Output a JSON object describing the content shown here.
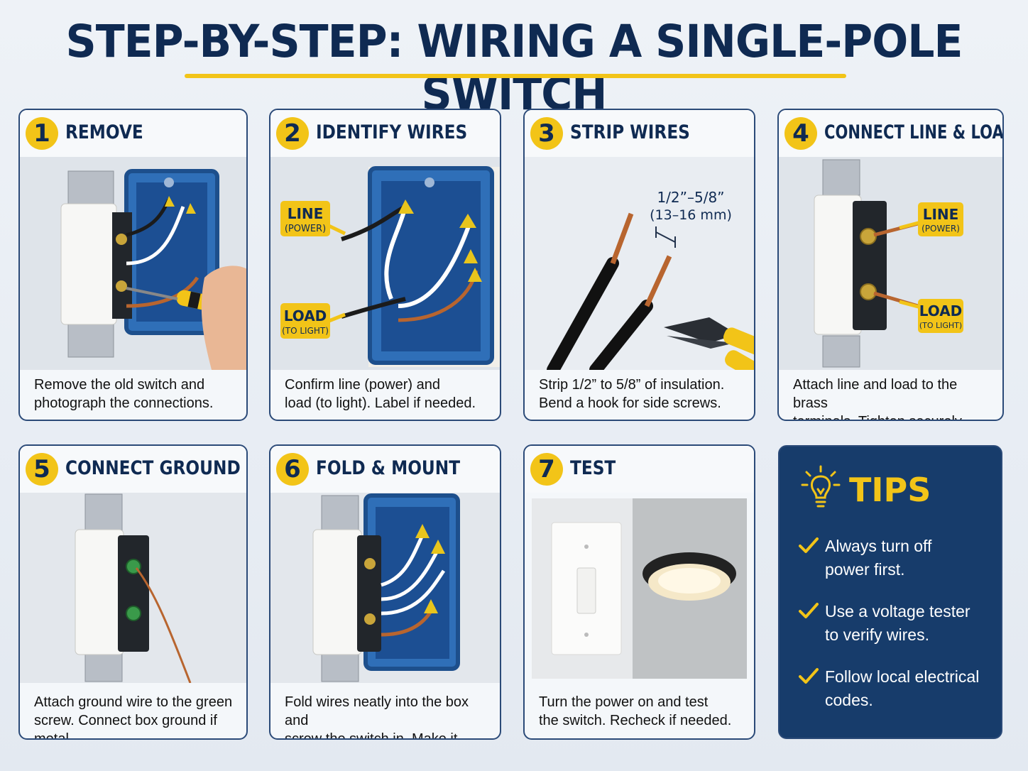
{
  "title": "STEP-BY-STEP: WIRING A SINGLE-POLE SWITCH",
  "steps": [
    {
      "num": "1",
      "title": "REMOVE",
      "caption": "Remove the old switch and\nphotograph the connections."
    },
    {
      "num": "2",
      "title": "IDENTIFY WIRES",
      "caption": "Confirm line (power) and\nload (to light). Label if needed."
    },
    {
      "num": "3",
      "title": "STRIP WIRES",
      "caption": "Strip 1/2” to 5/8” of insulation.\nBend a hook for side screws."
    },
    {
      "num": "4",
      "title": "CONNECT LINE & LOAD",
      "caption": "Attach line and load to the brass\nterminals. Tighten securely."
    },
    {
      "num": "5",
      "title": "CONNECT GROUND",
      "caption": "Attach ground wire to the green\nscrew. Connect box ground if metal."
    },
    {
      "num": "6",
      "title": "FOLD & MOUNT",
      "caption": "Fold wires neatly into the box and\nscrew the switch in. Make it flush."
    },
    {
      "num": "7",
      "title": "TEST",
      "caption": "Turn the power on and test\nthe switch. Recheck if needed."
    }
  ],
  "labels": {
    "line": "LINE",
    "power": "(POWER)",
    "load": "LOAD",
    "to_light": "(TO LIGHT)",
    "strip_len": "1/2”–5/8”",
    "strip_mm": "(13–16 mm)"
  },
  "tips": {
    "title": "TIPS",
    "items": [
      "Always turn off\npower first.",
      "Use a voltage tester\nto verify wires.",
      "Follow local electrical\ncodes."
    ]
  },
  "colors": {
    "navy": "#0f2a52",
    "accent": "#f2c418",
    "tips_bg": "#173c6b",
    "box_blue": "#2f6fb8"
  }
}
